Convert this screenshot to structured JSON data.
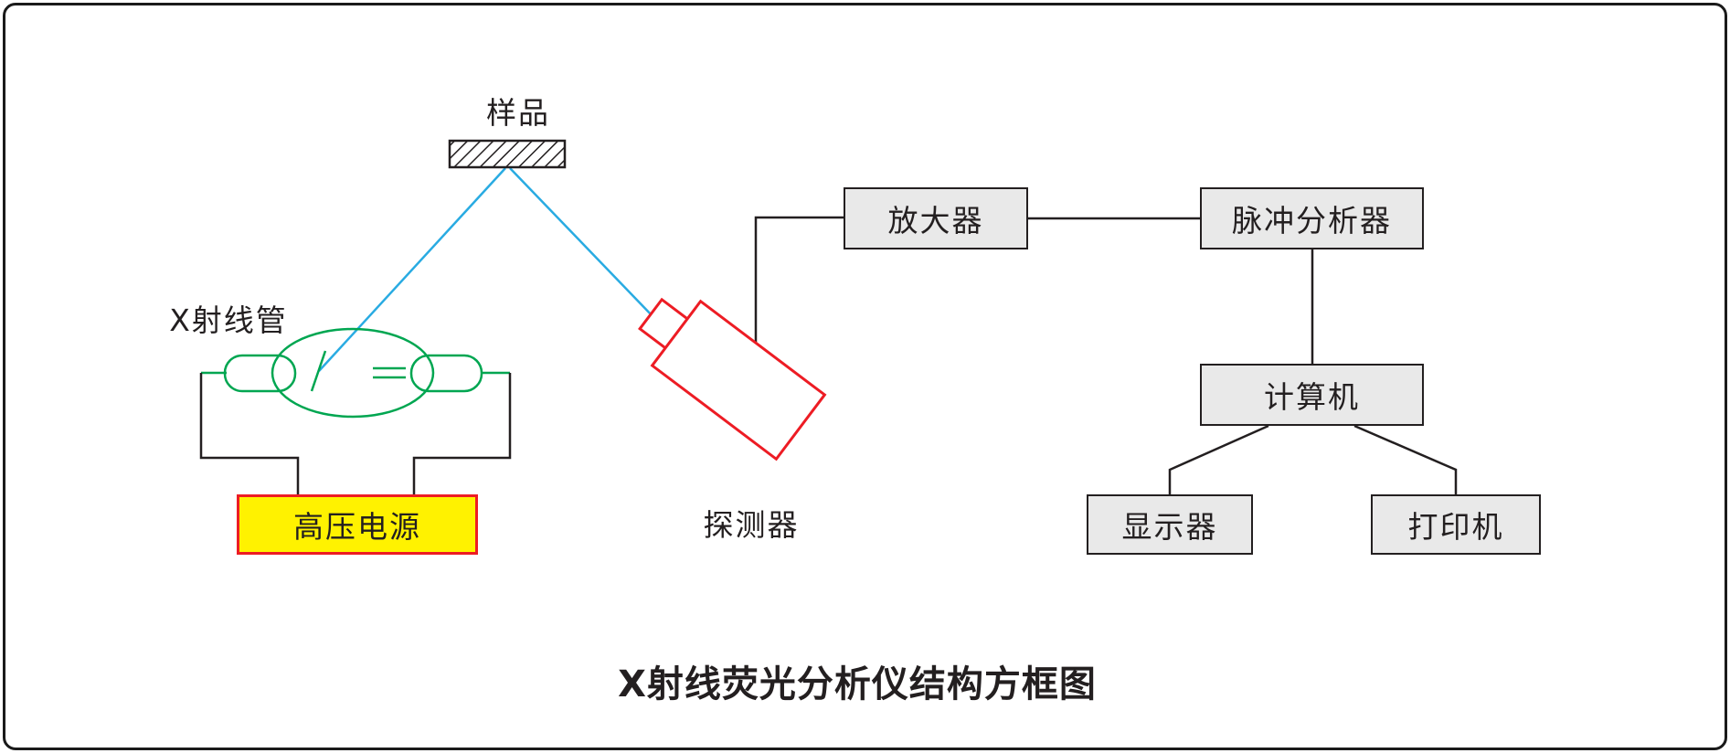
{
  "title": "X射线荧光分析仪结构方框图",
  "labels": {
    "sample": "样品",
    "xray_tube": "X射线管",
    "detector": "探测器"
  },
  "boxes": {
    "hv_power": {
      "label": "高压电源"
    },
    "amplifier": {
      "label": "放大器"
    },
    "pulse_analyzer": {
      "label": "脉冲分析器"
    },
    "computer": {
      "label": "计算机"
    },
    "display": {
      "label": "显示器"
    },
    "printer": {
      "label": "打印机"
    }
  },
  "colors": {
    "beam_blue": "#29abe2",
    "tube_green": "#00a651",
    "detector_red": "#ed1c24",
    "hv_fill": "#fff200",
    "hv_border": "#ed1c24",
    "box_fill": "#e9e9e9",
    "line_black": "#231f20",
    "text": "#231f20",
    "background": "#ffffff"
  }
}
